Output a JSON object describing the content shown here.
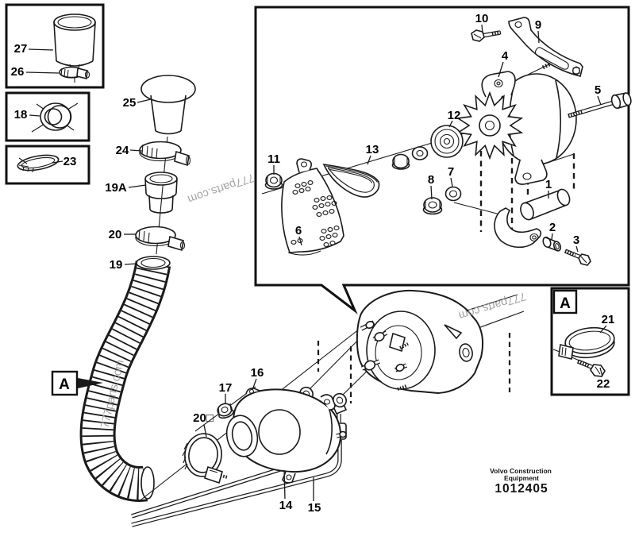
{
  "watermark": "777parts.com",
  "marker_a": "A",
  "footer": {
    "line1": "Volvo Construction",
    "line2": "Equipment",
    "number": "1012405"
  },
  "labels": {
    "l1": "1",
    "l2": "2",
    "l3": "3",
    "l4": "4",
    "l5": "5",
    "l6": "6",
    "l7": "7",
    "l8": "8",
    "l9": "9",
    "l10": "10",
    "l11": "11",
    "l12": "12",
    "l13": "13",
    "l14": "14",
    "l15": "15",
    "l16": "16",
    "l17": "17",
    "l18": "18",
    "l19": "19",
    "l19a": "19A",
    "l20": "20",
    "l20b": "20□",
    "l21": "21",
    "l22": "22",
    "l23": "23",
    "l24": "24",
    "l25": "25",
    "l26": "26",
    "l27": "27"
  }
}
